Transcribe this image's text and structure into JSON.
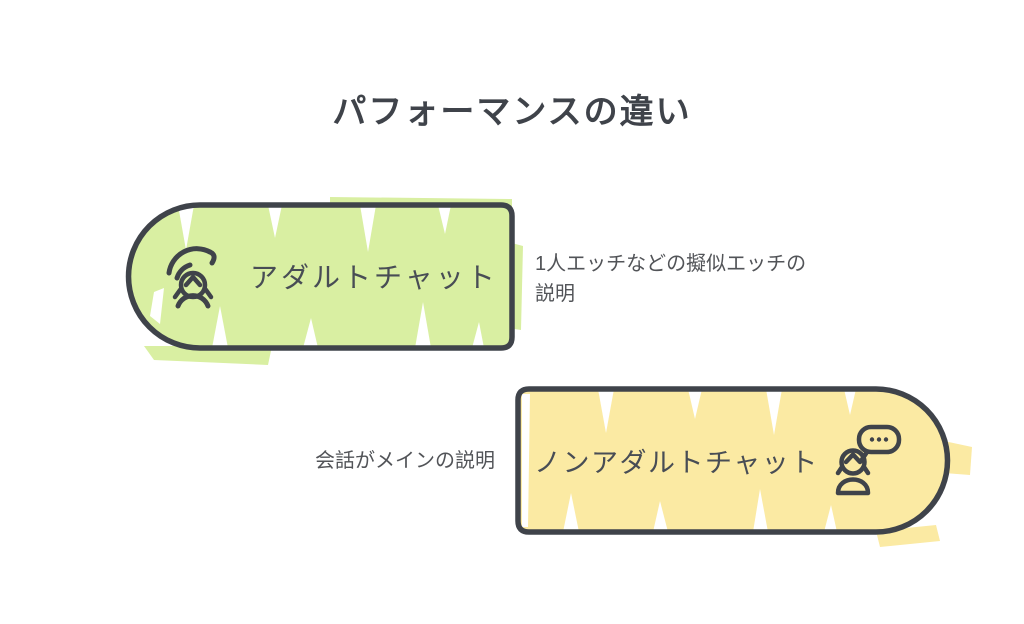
{
  "title": "パフォーマンスの違い",
  "nodes": [
    {
      "id": "adult-chat",
      "label": "アダルトチャット",
      "icon": "performer-icon",
      "fill": "#d9efa2",
      "description_lines": [
        "1人エッチなどの擬似エッチの",
        "説明"
      ]
    },
    {
      "id": "nonadult-chat",
      "label": "ノンアダルトチャット",
      "icon": "person-chat-icon",
      "fill": "#fbeaa3",
      "description_lines": [
        "会話がメインの説明"
      ]
    }
  ],
  "colors": {
    "background": "#ffffff",
    "outline": "#3f434a",
    "title_text": "#3f434a",
    "label_text": "#484d55",
    "description_text": "#525458",
    "adult_fill": "#d9efa2",
    "nonadult_fill": "#fbeaa3"
  }
}
